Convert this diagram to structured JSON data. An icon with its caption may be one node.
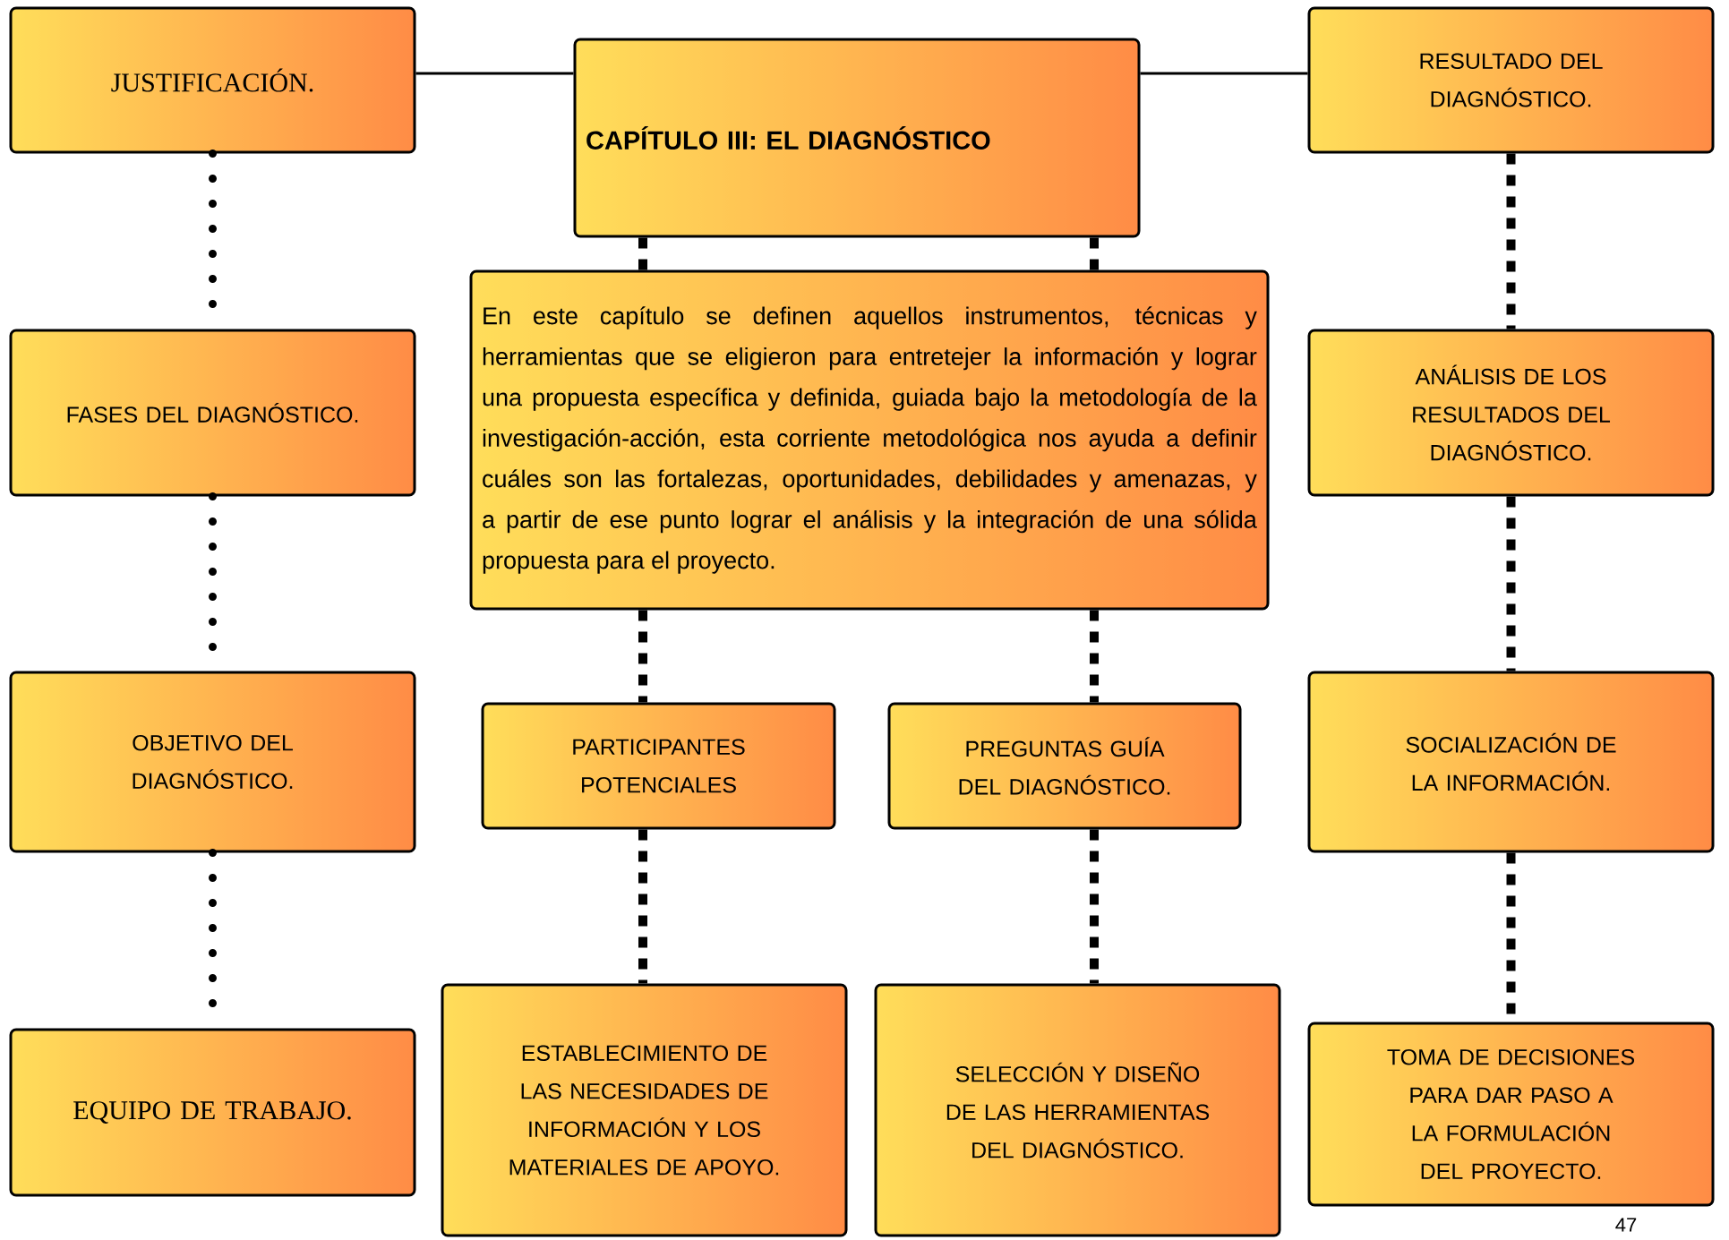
{
  "diagram": {
    "nodes": [
      {
        "text": [
          "JUSTIFICACIÓN."
        ]
      },
      {
        "text": [
          "CAPÍTULO III:    EL DIAGNÓSTICO"
        ]
      },
      {
        "text": [
          "RESULTADO DEL DIAGNÓSTICO."
        ]
      },
      {
        "text": [
          "FASES DEL DIAGNÓSTICO."
        ]
      },
      {
        "text": [
          "En este capítulo se definen aquellos instrumentos, técnicas y herramientas que se eligieron para entretejer la información y lograr una propuesta específica y definida, guiada bajo la metodología de la investigación-acción, esta corriente metodológica nos ayuda a definir cuáles son las fortalezas, oportunidades, debilidades y amenazas, y a partir de ese punto lograr el análisis y la integración de una sólida propuesta para el proyecto."
        ]
      },
      {
        "text": [
          "ANÁLISIS DE LOS RESULTADOS DEL DIAGNÓSTICO."
        ]
      },
      {
        "text": [
          "OBJETIVO DEL DIAGNÓSTICO."
        ]
      },
      {
        "text": [
          "PARTICIPANTES POTENCIALES"
        ]
      },
      {
        "text": [
          "PREGUNTAS GUÍA DEL DIAGNÓSTICO."
        ]
      },
      {
        "text": [
          "SOCIALIZACIÓN DE LA INFORMACIÓN."
        ]
      },
      {
        "text": [
          "EQUIPO DE TRABAJO."
        ]
      },
      {
        "text": [
          "ESTABLECIMIENTO DE LAS NECESIDADES DE INFORMACIÓN Y LOS MATERIALES DE APOYO."
        ]
      },
      {
        "text": [
          "SELECCIÓN Y DISEÑO DE LAS HERRAMIENTAS DEL DIAGNÓSTICO."
        ]
      },
      {
        "text": [
          "TOMA DE DECISIONES PARA DAR PASO A LA FORMULACIÓN DEL PROYECTO."
        ]
      }
    ],
    "edges": [
      {
        "from": 0,
        "to": 1,
        "arrow": "none"
      },
      {
        "from": 1,
        "to": 2,
        "arrow": "none"
      },
      {
        "from": 0,
        "to": 3,
        "arrow": "none",
        "style": "dashed"
      },
      {
        "from": 3,
        "to": 6,
        "arrow": "none",
        "style": "dashed"
      },
      {
        "from": 6,
        "to": 10,
        "arrow": "none",
        "style": "dashed"
      },
      {
        "from": 2,
        "to": 5,
        "arrow": "none",
        "style": "dashed"
      },
      {
        "from": 5,
        "to": 9,
        "arrow": "none",
        "style": "dashed"
      },
      {
        "from": 9,
        "to": 13,
        "arrow": "none",
        "style": "dashed"
      },
      {
        "from": 1,
        "to": 4,
        "arrow": "none",
        "style": "dashed"
      },
      {
        "from": 1,
        "to": 4,
        "arrow": "none",
        "style": "dashed"
      },
      {
        "from": 4,
        "to": 7,
        "arrow": "none",
        "style": "dashed"
      },
      {
        "from": 4,
        "to": 8,
        "arrow": "none",
        "style": "dashed"
      },
      {
        "from": 7,
        "to": 11,
        "arrow": "none",
        "style": "dashed"
      },
      {
        "from": 8,
        "to": 12,
        "arrow": "none",
        "style": "dashed"
      }
    ],
    "labels": [
      "47"
    ]
  }
}
